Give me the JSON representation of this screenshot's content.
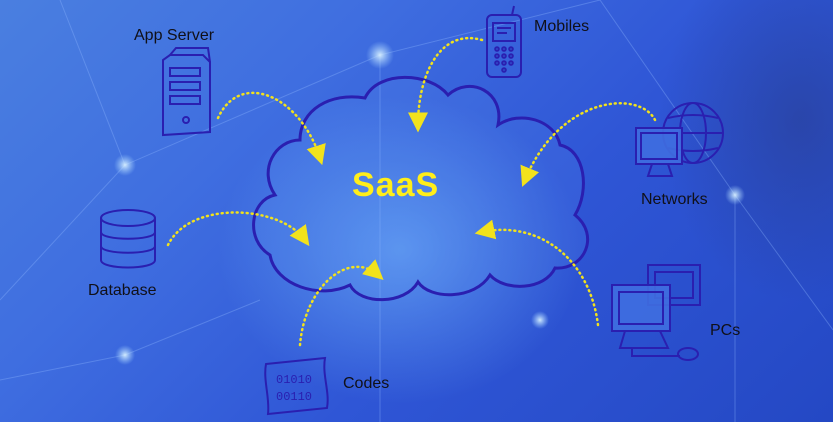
{
  "center": {
    "label": "SaaS"
  },
  "nodes": {
    "app_server": "App Server",
    "mobiles": "Mobiles",
    "networks": "Networks",
    "database": "Database",
    "pcs": "PCs",
    "codes": "Codes"
  },
  "codes_sheet": {
    "line1": "01010",
    "line2": "00110"
  },
  "colors": {
    "sketch": "#2a1fb0",
    "arrow": "#f2e21c",
    "saas_text": "#ffee1a",
    "background": "#3f6ee0"
  }
}
